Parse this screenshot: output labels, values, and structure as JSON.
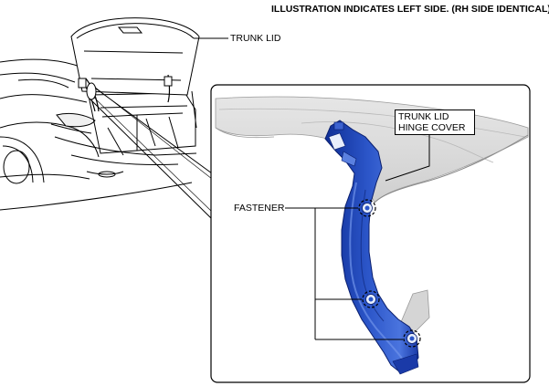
{
  "caption": "ILLUSTRATION INDICATES LEFT SIDE. (RH SIDE IDENTICAL)",
  "labels": {
    "trunk_lid": "TRUNK LID",
    "hinge_cover_line1": "TRUNK LID",
    "hinge_cover_line2": "HINGE COVER",
    "fastener": "FASTENER"
  },
  "colors": {
    "part_blue": "#2b55c8",
    "part_blue_dark": "#0f2e96",
    "panel_gray": "#d9d9d9",
    "line": "#000000"
  },
  "icons": [
    "fastener-marker",
    "car-outline"
  ]
}
